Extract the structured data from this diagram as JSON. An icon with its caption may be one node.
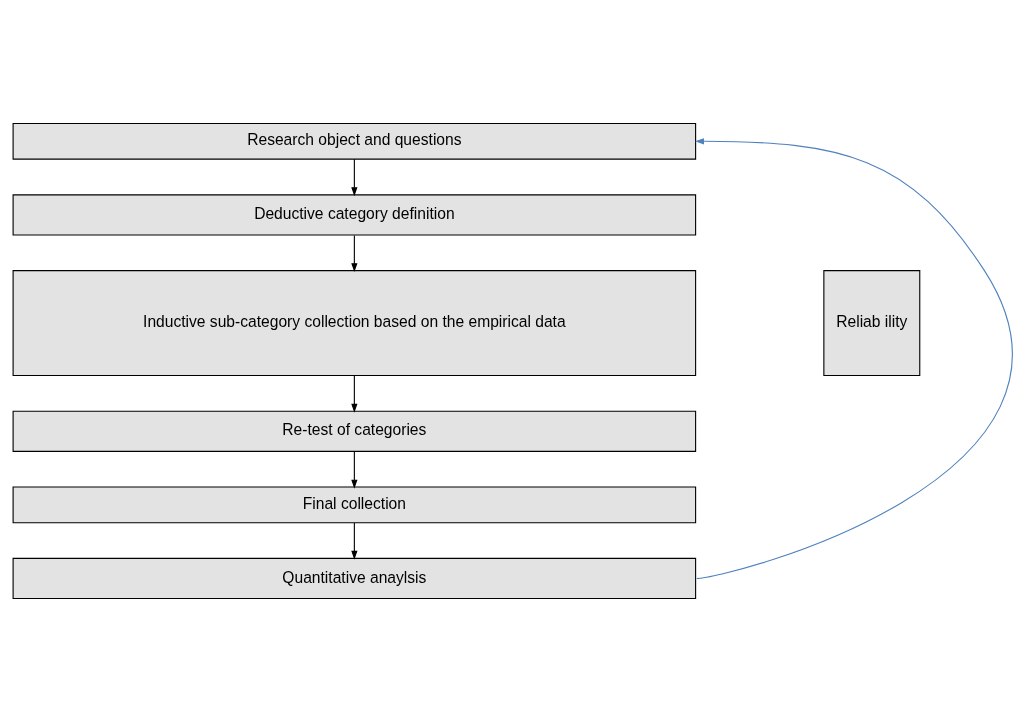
{
  "diagram": {
    "nodes": [
      {
        "text": [
          "Research object and questions"
        ]
      },
      {
        "text": [
          "Deductive category definition"
        ]
      },
      {
        "text": [
          "Inductive sub-category collection based on the empirical data"
        ]
      },
      {
        "text": [
          "Re-test of categories"
        ]
      },
      {
        "text": [
          "Final collection"
        ]
      },
      {
        "text": [
          "Quantitative anaylsis"
        ]
      },
      {
        "text": [
          "Reliab ility"
        ]
      }
    ],
    "edges": [
      {
        "from": 0,
        "to": 1,
        "arrow": "to"
      },
      {
        "from": 1,
        "to": 2,
        "arrow": "to"
      },
      {
        "from": 2,
        "to": 3,
        "arrow": "to"
      },
      {
        "from": 3,
        "to": 4,
        "arrow": "to"
      },
      {
        "from": 4,
        "to": 5,
        "arrow": "to"
      },
      {
        "from": 5,
        "to": 0,
        "arrow": "to",
        "color": "#4f81bd"
      }
    ]
  }
}
